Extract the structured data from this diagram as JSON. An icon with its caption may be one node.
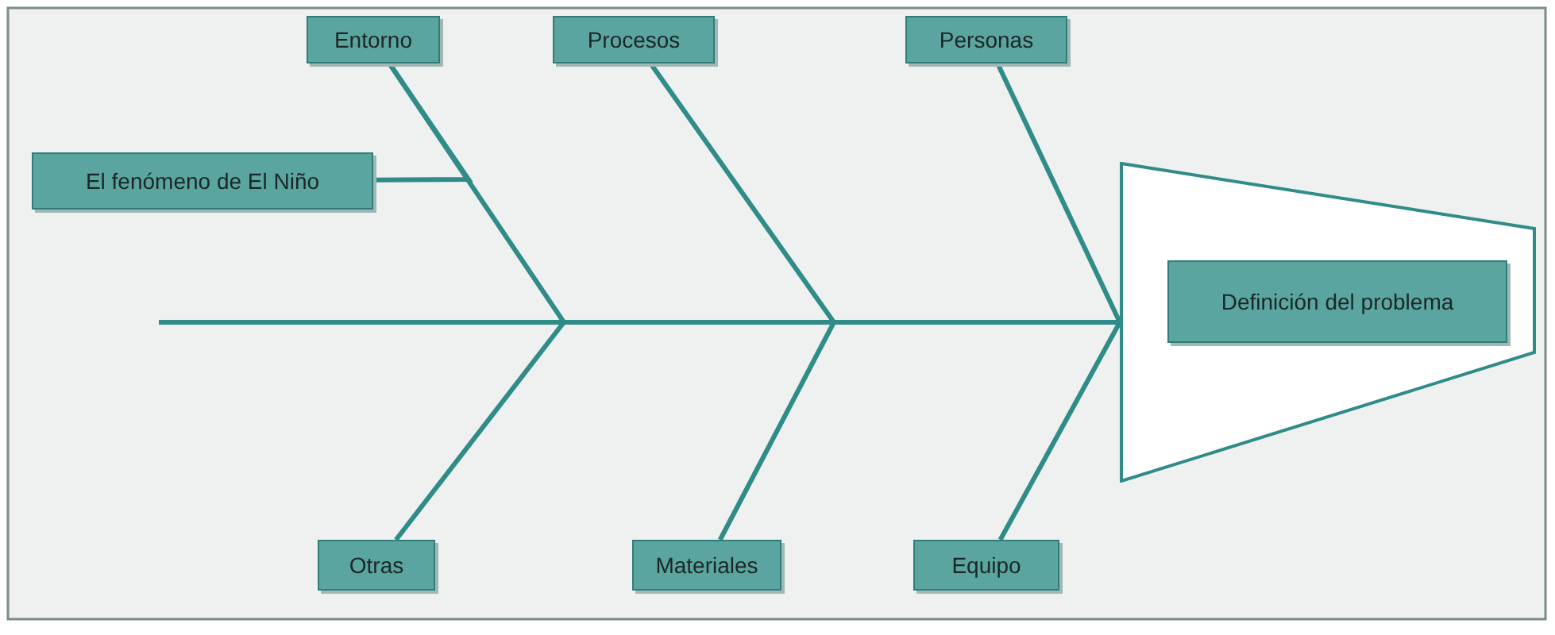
{
  "diagram": {
    "nodes": [
      {
        "text": [
          "Entorno"
        ]
      },
      {
        "text": [
          "Procesos"
        ]
      },
      {
        "text": [
          "Personas"
        ]
      },
      {
        "text": [
          "El fenómeno de El Niño"
        ]
      },
      {
        "text": [],
        "shape": "trapezoid"
      },
      {
        "text": [
          "Definición del problema"
        ],
        "in": 4
      },
      {
        "text": [
          "Otras"
        ]
      },
      {
        "text": [
          "Materiales"
        ]
      },
      {
        "text": [
          "Equipo"
        ]
      }
    ],
    "edges": [
      {
        "from": 0,
        "to": 4,
        "arrow": "none"
      },
      {
        "from": 1,
        "to": 4,
        "arrow": "none"
      },
      {
        "from": 2,
        "to": 4,
        "arrow": "none"
      },
      {
        "from": 6,
        "to": 4,
        "arrow": "none"
      },
      {
        "from": 7,
        "to": 4,
        "arrow": "none"
      },
      {
        "from": 8,
        "to": 4,
        "arrow": "none"
      },
      {
        "from": 3,
        "to": 0,
        "arrow": "none"
      },
      {
        "from": null,
        "to": 4,
        "arrow": "none"
      }
    ]
  }
}
